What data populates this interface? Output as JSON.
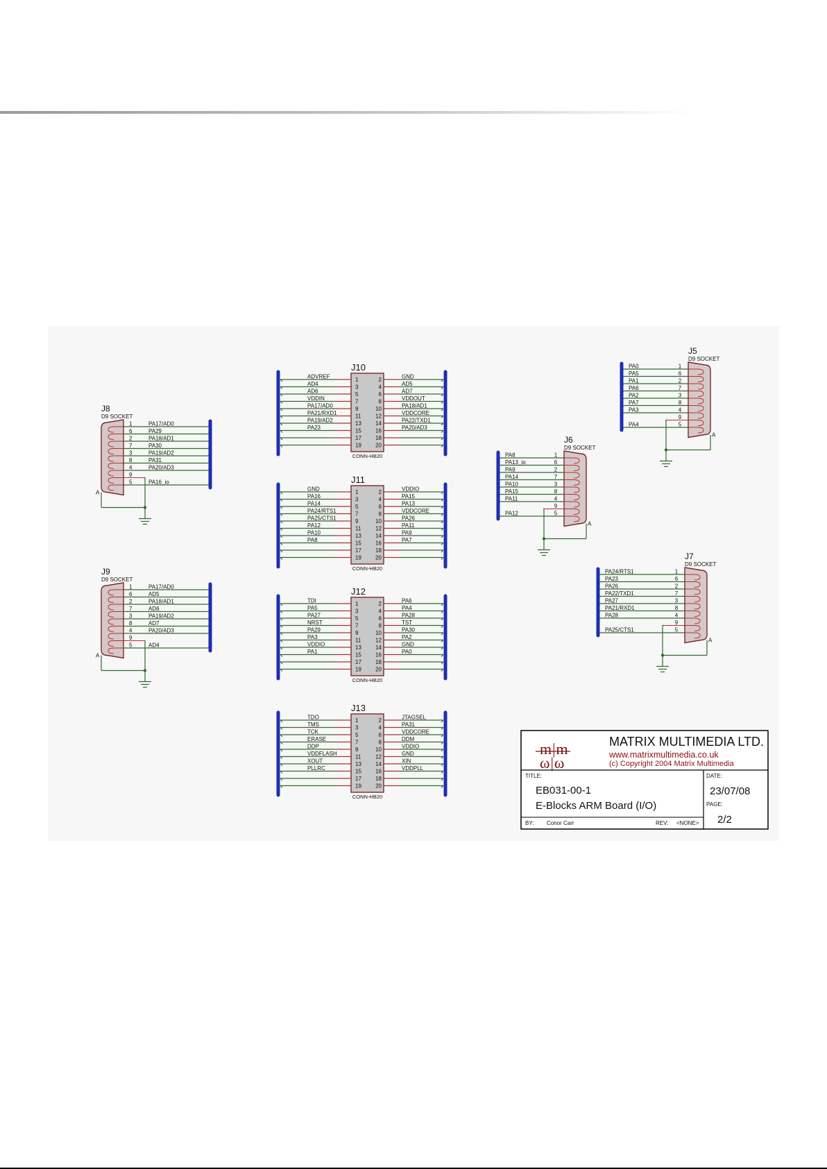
{
  "schematic": {
    "socket_label": "D9 SOCKET",
    "shell_label": "A",
    "conn_part": "CONN-HB20",
    "d9_connectors": [
      {
        "ref": "J8",
        "pins": [
          "1",
          "6",
          "2",
          "7",
          "3",
          "8",
          "4",
          "9",
          "5"
        ],
        "nets": [
          "PA17/AD0",
          "PA29",
          "PA18/AD1",
          "PA30",
          "PA19/AD2",
          "PA31",
          "PA20/AD3",
          "",
          "PA16_io"
        ]
      },
      {
        "ref": "J9",
        "pins": [
          "1",
          "6",
          "2",
          "7",
          "3",
          "8",
          "4",
          "9",
          "5"
        ],
        "nets": [
          "PA17/AD0",
          "AD5",
          "PA18/AD1",
          "AD6",
          "PA19/AD2",
          "AD7",
          "PA20/AD3",
          "",
          "AD4"
        ]
      },
      {
        "ref": "J5",
        "pins": [
          "1",
          "6",
          "2",
          "7",
          "3",
          "8",
          "4",
          "9",
          "5"
        ],
        "nets": [
          "PA0",
          "PA5",
          "PA1",
          "PA6",
          "PA2",
          "PA7",
          "PA3",
          "",
          "PA4"
        ]
      },
      {
        "ref": "J6",
        "pins": [
          "1",
          "6",
          "2",
          "7",
          "3",
          "8",
          "4",
          "9",
          "5"
        ],
        "nets": [
          "PA8",
          "PA13_io",
          "PA9",
          "PA14",
          "PA10",
          "PA15",
          "PA11",
          "",
          "PA12"
        ]
      },
      {
        "ref": "J7",
        "pins": [
          "1",
          "6",
          "2",
          "7",
          "3",
          "8",
          "4",
          "9",
          "5"
        ],
        "nets": [
          "PA24/RTS1",
          "PA23",
          "PA26",
          "PA22/TXD1",
          "PA27",
          "PA21/RXD1",
          "PA28",
          "",
          "PA25/CTS1"
        ]
      }
    ],
    "headers": [
      {
        "ref": "J10",
        "left_pins": [
          "1",
          "3",
          "5",
          "7",
          "9",
          "11",
          "13",
          "15",
          "17",
          "19"
        ],
        "right_pins": [
          "2",
          "4",
          "6",
          "8",
          "10",
          "12",
          "14",
          "16",
          "18",
          "20"
        ],
        "left_nets": [
          "ADVREF",
          "AD4",
          "AD6",
          "VDDIN",
          "PA17/AD0",
          "PA21/RXD1",
          "PA19/AD2",
          "PA23",
          "",
          ""
        ],
        "right_nets": [
          "GND",
          "AD5",
          "AD7",
          "VDDOUT",
          "PA18/AD1",
          "VDDCORE",
          "PA22/TXD1",
          "PA20/AD3",
          "",
          ""
        ]
      },
      {
        "ref": "J11",
        "left_pins": [
          "1",
          "3",
          "5",
          "7",
          "9",
          "11",
          "13",
          "15",
          "17",
          "19"
        ],
        "right_pins": [
          "2",
          "4",
          "6",
          "8",
          "10",
          "12",
          "14",
          "16",
          "18",
          "20"
        ],
        "left_nets": [
          "GND",
          "PA16",
          "PA14",
          "PA24/RTS1",
          "PA25/CTS1",
          "PA12",
          "PA10",
          "PA8",
          "",
          ""
        ],
        "right_nets": [
          "VDDIO",
          "PA15",
          "PA13",
          "VDDCORE",
          "PA26",
          "PA11",
          "PA9",
          "PA7",
          "",
          ""
        ]
      },
      {
        "ref": "J12",
        "left_pins": [
          "1",
          "3",
          "5",
          "7",
          "9",
          "11",
          "13",
          "15",
          "17",
          "19"
        ],
        "right_pins": [
          "2",
          "4",
          "6",
          "8",
          "10",
          "12",
          "14",
          "16",
          "18",
          "20"
        ],
        "left_nets": [
          "TDI",
          "PA5",
          "PA27",
          "NRST",
          "PA29",
          "PA3",
          "VDDIO",
          "PA1",
          "",
          ""
        ],
        "right_nets": [
          "PA6",
          "PA4",
          "PA28",
          "TST",
          "PA30",
          "PA2",
          "GND",
          "PA0",
          "",
          ""
        ]
      },
      {
        "ref": "J13",
        "left_pins": [
          "1",
          "3",
          "5",
          "7",
          "9",
          "11",
          "13",
          "15",
          "17",
          "19"
        ],
        "right_pins": [
          "2",
          "4",
          "6",
          "8",
          "10",
          "12",
          "14",
          "16",
          "18",
          "20"
        ],
        "left_nets": [
          "TDO",
          "TMS",
          "TCK",
          "ERASE",
          "DDP",
          "VDDFLASH",
          "XOUT",
          "PLLRC",
          "",
          ""
        ],
        "right_nets": [
          "JTAGSEL",
          "PA31",
          "VDDCORE",
          "DDM",
          "VDDIO",
          "GND",
          "XIN",
          "VDDPLL",
          "",
          ""
        ]
      }
    ]
  },
  "title_block": {
    "logo_text": "m|m\nω|ω",
    "company": "MATRIX MULTIMEDIA LTD.",
    "website": "www.matrixmultimedia.co.uk",
    "copyright": "(c) Copyright 2004 Matrix Multimedia",
    "title_label": "TITLE:",
    "title_line1": "EB031-00-1",
    "title_line2": "E-Blocks ARM Board (I/O)",
    "date_label": "DATE:",
    "date": "23/07/08",
    "page_label": "PAGE:",
    "page": "2/2",
    "by_label": "BY:",
    "by": "Conor Carr",
    "rev_label": "REV:",
    "rev": "<NONE>"
  },
  "colors": {
    "wire": "#2f6b2a",
    "bus": "#1f2fb0",
    "body": "#7a2a2a",
    "pin": "#b03030",
    "text": "#111111",
    "brand": "#8a1010"
  }
}
